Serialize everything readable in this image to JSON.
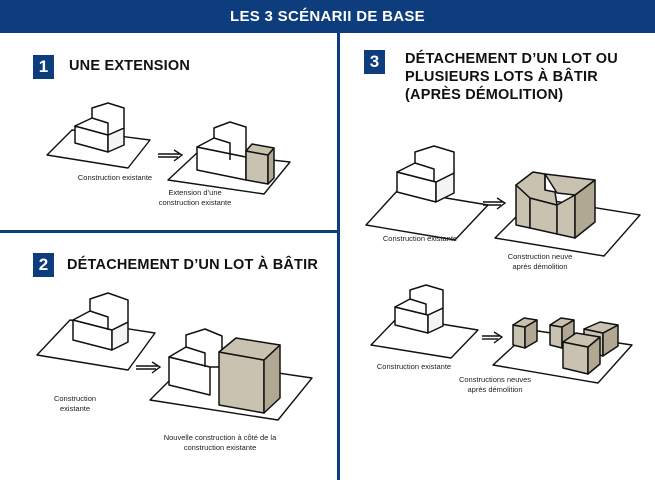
{
  "header": {
    "title": "LES 3 SCÉNARII DE BASE"
  },
  "colors": {
    "brand": "#0d3d7c",
    "tan": "#c9c2b0"
  },
  "scenario1": {
    "number": "1",
    "title": "UNE EXTENSION",
    "caption_left": "Construction existante",
    "caption_right": [
      "Extension d’une",
      "construction existante"
    ]
  },
  "scenario2": {
    "number": "2",
    "title": "DÉTACHEMENT D’UN LOT À BÂTIR",
    "caption_left": [
      "Construction",
      "existante"
    ],
    "caption_right": [
      "Nouvelle construction à côté de la",
      "construction existante"
    ]
  },
  "scenario3": {
    "number": "3",
    "title": [
      "DÉTACHEMENT D’UN LOT OU",
      "PLUSIEURS LOTS À BÂTIR",
      "(APRÈS DÉMOLITION)"
    ],
    "a_caption_left": "Construction existante",
    "a_caption_right": [
      "Construction neuve",
      "après démolition"
    ],
    "b_caption_left": "Construction existante",
    "b_caption_right": [
      "Constructions neuves",
      "après démolition"
    ]
  }
}
